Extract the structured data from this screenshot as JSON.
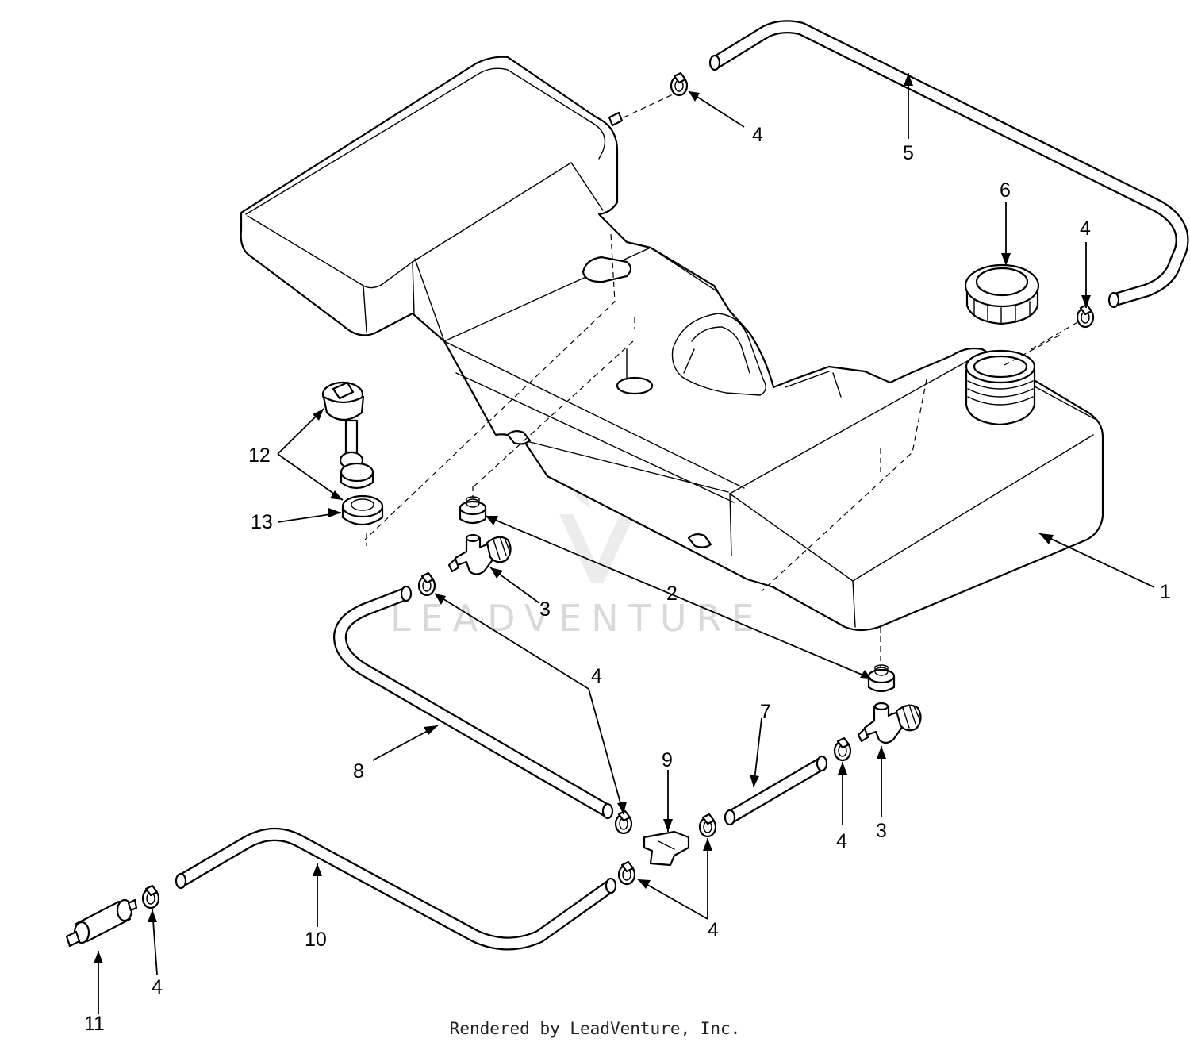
{
  "callouts": {
    "c1": "1",
    "c2": "2",
    "c3a": "3",
    "c3b": "3",
    "c4a": "4",
    "c4b": "4",
    "c4c": "4",
    "c4d": "4",
    "c4e": "4",
    "c4f": "4",
    "c5": "5",
    "c6": "6",
    "c7": "7",
    "c8": "8",
    "c9": "9",
    "c10": "10",
    "c11": "11",
    "c12": "12",
    "c13": "13"
  },
  "watermark": {
    "text": "LEADVENTURE"
  },
  "footer": {
    "text": "Rendered by LeadVenture, Inc."
  },
  "colors": {
    "line": "#000000",
    "background": "#ffffff",
    "watermark": "#d9d9d9"
  }
}
